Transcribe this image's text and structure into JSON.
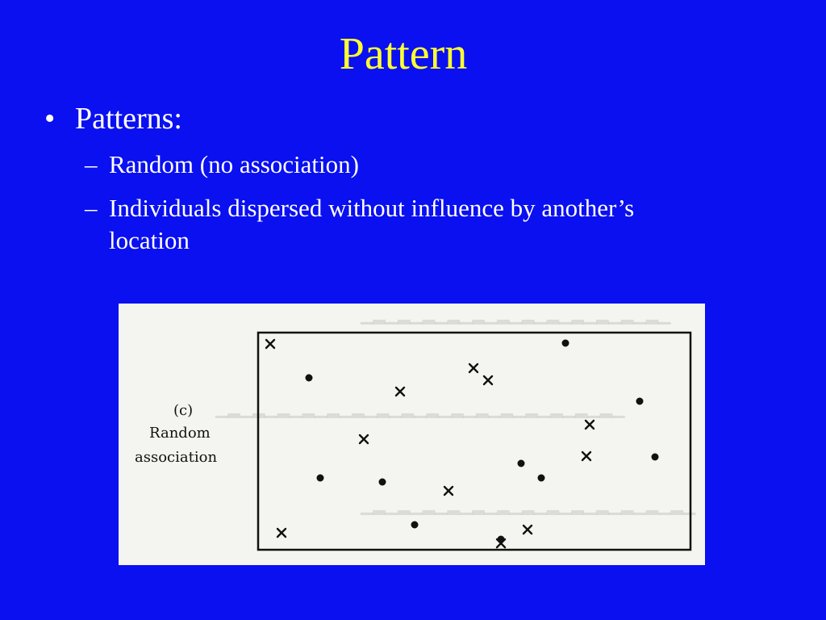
{
  "slide": {
    "title": "Pattern",
    "bullet": "Patterns:",
    "bullet_marker": "•",
    "sub_marker": "–",
    "subbullets": [
      "Random (no association)",
      "Individuals dispersed without influence by another’s location"
    ]
  },
  "figure": {
    "label_panel": "(c)",
    "label_line1": "Random",
    "label_line2": "association",
    "marks": [
      {
        "type": "x"
      },
      {
        "type": "dot"
      },
      {
        "type": "dot"
      },
      {
        "type": "x"
      },
      {
        "type": "x"
      },
      {
        "type": "dot"
      },
      {
        "type": "dot"
      },
      {
        "type": "x"
      },
      {
        "type": "x"
      },
      {
        "type": "x"
      },
      {
        "type": "dot"
      },
      {
        "type": "dot"
      },
      {
        "type": "x"
      },
      {
        "type": "dot"
      },
      {
        "type": "dot"
      },
      {
        "type": "x"
      },
      {
        "type": "x"
      },
      {
        "type": "dot"
      },
      {
        "type": "dot"
      },
      {
        "type": "x"
      },
      {
        "type": "x"
      }
    ]
  },
  "colors": {
    "background": "#0a10f0",
    "title": "#ffff33",
    "body_text": "#ffffff"
  }
}
